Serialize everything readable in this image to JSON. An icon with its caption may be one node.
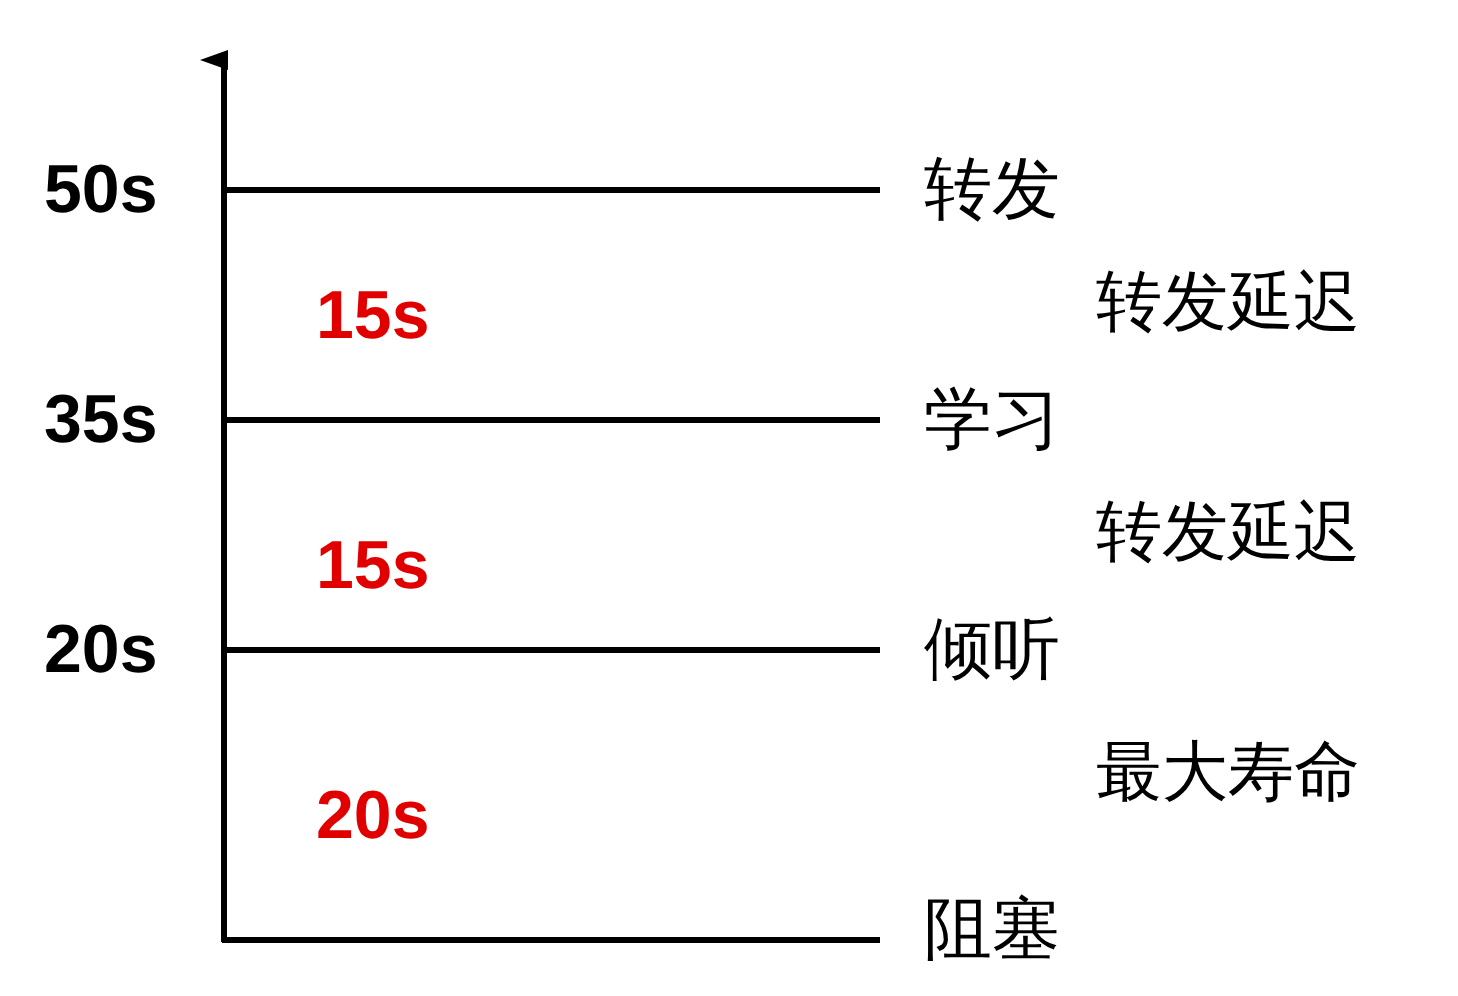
{
  "diagram": {
    "labels": [
      "50s",
      "转发",
      "15s",
      "转发延迟",
      "35s",
      "学习",
      "转发延迟",
      "15s",
      "20s",
      "倾听",
      "最大寿命",
      "20s",
      "阻塞"
    ]
  }
}
